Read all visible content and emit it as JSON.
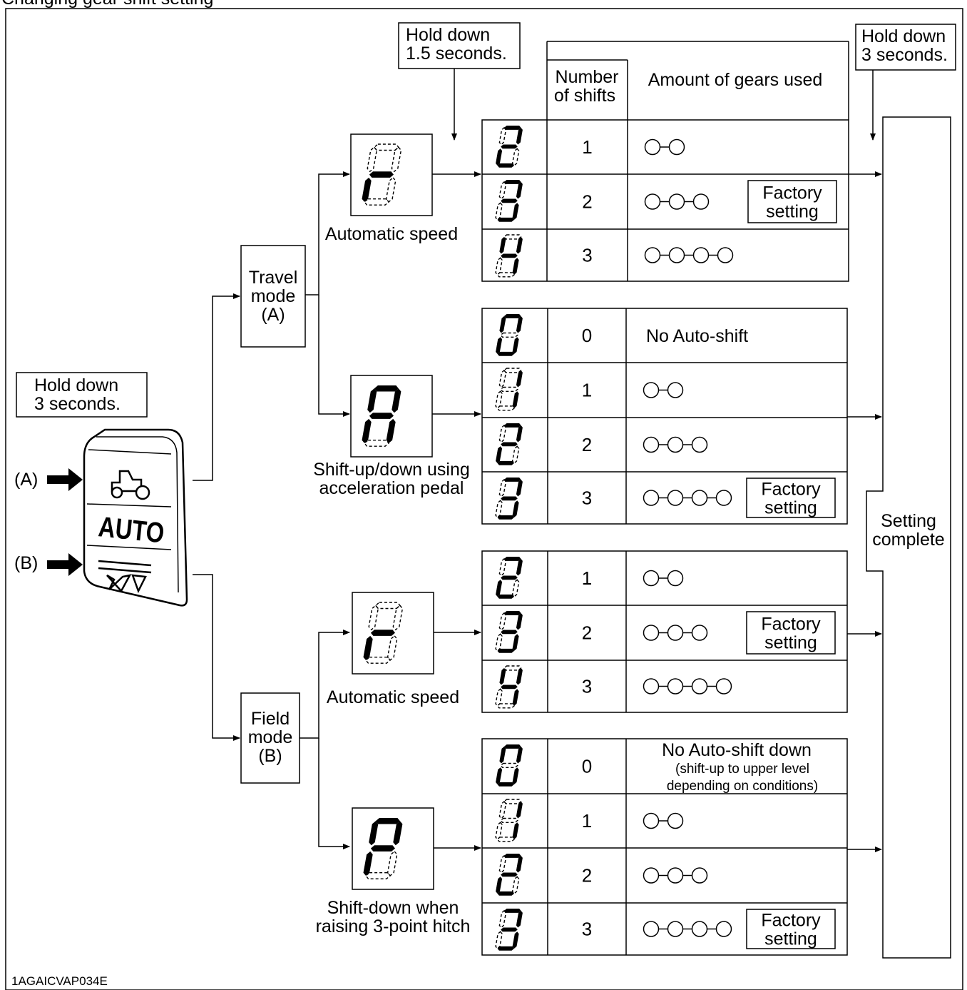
{
  "header_fragment": "Changing gear shift setting",
  "hold_1_5": [
    "Hold down",
    "1.5 seconds."
  ],
  "hold_3_right": [
    "Hold down",
    "3 seconds."
  ],
  "hold_3_left": [
    "Hold down",
    "3 seconds."
  ],
  "col_number": [
    "Number",
    "of shifts"
  ],
  "col_amount": "Amount of gears used",
  "input_a": "(A)",
  "input_b": "(B)",
  "switch_auto": "AUTO",
  "travel_mode": [
    "Travel",
    "mode",
    "(A)"
  ],
  "field_mode": [
    "Field",
    "mode",
    "(B)"
  ],
  "setting_complete": [
    "Setting",
    "complete"
  ],
  "factory_setting": [
    "Factory",
    "setting"
  ],
  "groups": [
    {
      "mode_label": [
        "Automatic speed"
      ],
      "mode_glyph": "r",
      "rows": [
        {
          "glyph": "2",
          "shifts": "1",
          "gears": 2,
          "text": "",
          "factory": false
        },
        {
          "glyph": "3",
          "shifts": "2",
          "gears": 3,
          "text": "",
          "factory": true
        },
        {
          "glyph": "4",
          "shifts": "3",
          "gears": 4,
          "text": "",
          "factory": false
        }
      ]
    },
    {
      "mode_label": [
        "Shift-up/down using",
        "acceleration pedal"
      ],
      "mode_glyph": "A",
      "rows": [
        {
          "glyph": "0",
          "shifts": "0",
          "gears": 0,
          "text": "No Auto-shift",
          "factory": false
        },
        {
          "glyph": "1",
          "shifts": "1",
          "gears": 2,
          "text": "",
          "factory": false
        },
        {
          "glyph": "2",
          "shifts": "2",
          "gears": 3,
          "text": "",
          "factory": false
        },
        {
          "glyph": "3",
          "shifts": "3",
          "gears": 4,
          "text": "",
          "factory": true
        }
      ]
    },
    {
      "mode_label": [
        "Automatic speed"
      ],
      "mode_glyph": "r",
      "rows": [
        {
          "glyph": "2",
          "shifts": "1",
          "gears": 2,
          "text": "",
          "factory": false
        },
        {
          "glyph": "3",
          "shifts": "2",
          "gears": 3,
          "text": "",
          "factory": true
        },
        {
          "glyph": "4",
          "shifts": "3",
          "gears": 4,
          "text": "",
          "factory": false
        }
      ]
    },
    {
      "mode_label": [
        "Shift-down when",
        "raising 3-point hitch"
      ],
      "mode_glyph": "P",
      "rows": [
        {
          "glyph": "0",
          "shifts": "0",
          "gears": 0,
          "text": "No Auto-shift down",
          "subtext": [
            "(shift-up to upper level",
            "depending on conditions)"
          ],
          "factory": false
        },
        {
          "glyph": "1",
          "shifts": "1",
          "gears": 2,
          "text": "",
          "factory": false
        },
        {
          "glyph": "2",
          "shifts": "2",
          "gears": 3,
          "text": "",
          "factory": false
        },
        {
          "glyph": "3",
          "shifts": "3",
          "gears": 4,
          "text": "",
          "factory": true
        }
      ]
    }
  ],
  "figure_code": "1AGAICVAP034E"
}
